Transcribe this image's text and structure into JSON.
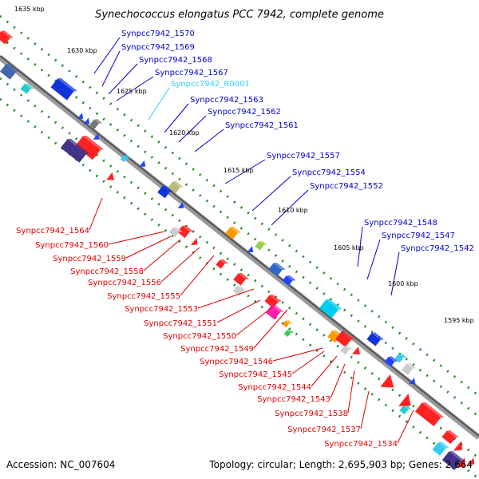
{
  "title": "Synechococcus elongatus PCC 7942, complete genome",
  "accession": "Accession: NC_007604",
  "topology": "Topology: circular; Length: 2,695,903 bp; Genes: 2,664",
  "colors": {
    "plus_label": "#0000cc",
    "minus_label": "#dd0000",
    "rna_label": "#33ccff",
    "backbone": "#7a7a7a",
    "tick": "#228822"
  },
  "kbp_labels": [
    "1635 kbp",
    "1630 kbp",
    "1625 kbp",
    "1620 kbp",
    "1615 kbp",
    "1610 kbp",
    "1605 kbp",
    "1600 kbp",
    "1595 kbp"
  ],
  "plus_labels": [
    "Synpcc7942_1570",
    "Synpcc7942_1569",
    "Synpcc7942_1568",
    "Synpcc7942_1567",
    "Synpcc7942_R0001",
    "Synpcc7942_1563",
    "Synpcc7942_1562",
    "Synpcc7942_1561",
    "Synpcc7942_1557",
    "Synpcc7942_1554",
    "Synpcc7942_1552",
    "Synpcc7942_1548",
    "Synpcc7942_1547",
    "Synpcc7942_1542"
  ],
  "minus_labels": [
    "Synpcc7942_1564",
    "Synpcc7942_1560",
    "Synpcc7942_1559",
    "Synpcc7942_1558",
    "Synpcc7942_1556",
    "Synpcc7942_1555",
    "Synpcc7942_1553",
    "Synpcc7942_1551",
    "Synpcc7942_1550",
    "Synpcc7942_1549",
    "Synpcc7942_1546",
    "Synpcc7942_1545",
    "Synpcc7942_1544",
    "Synpcc7942_1543",
    "Synpcc7942_1538",
    "Synpcc7942_1537",
    "Synpcc7942_1534"
  ]
}
